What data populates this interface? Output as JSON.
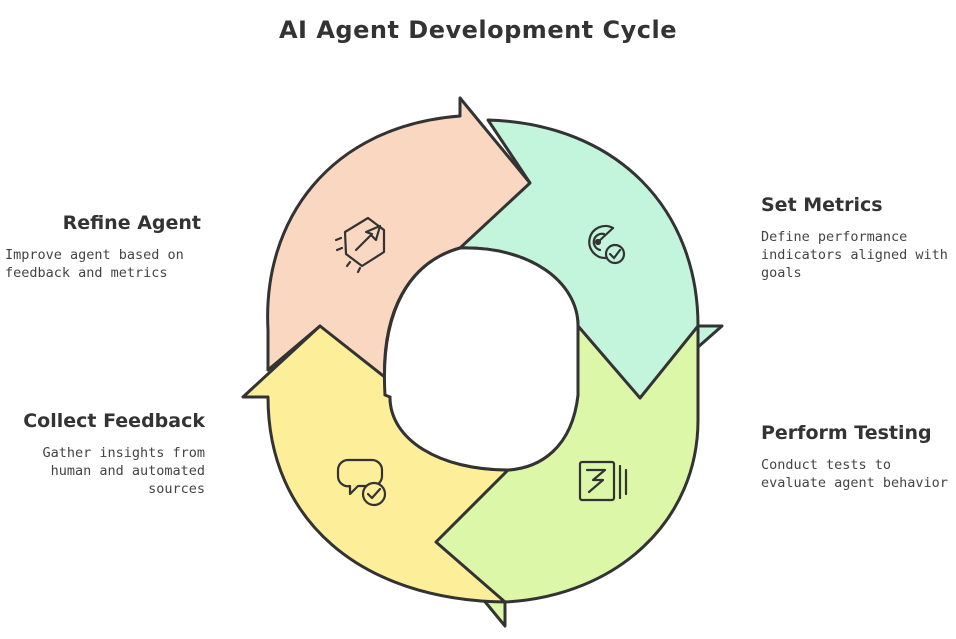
{
  "title": "AI Agent Development Cycle",
  "colors": {
    "outline": "#333333",
    "refine_fill": "#FAD7C0",
    "metrics_fill": "#C3F5DD",
    "testing_fill": "#DDF7A8",
    "collect_fill": "#FDEE9A"
  },
  "steps": [
    {
      "label": "Set Metrics",
      "description": "Define performance indicators aligned with goals",
      "icon": "target-check-icon"
    },
    {
      "label": "Perform Testing",
      "description": "Conduct tests to evaluate agent behavior",
      "icon": "test-document-icon"
    },
    {
      "label": "Collect Feedback",
      "description": "Gather insights from human and automated sources",
      "icon": "chat-check-icon"
    },
    {
      "label": "Refine Agent",
      "description": "Improve agent based on feedback and metrics",
      "icon": "chip-arrow-icon"
    }
  ]
}
